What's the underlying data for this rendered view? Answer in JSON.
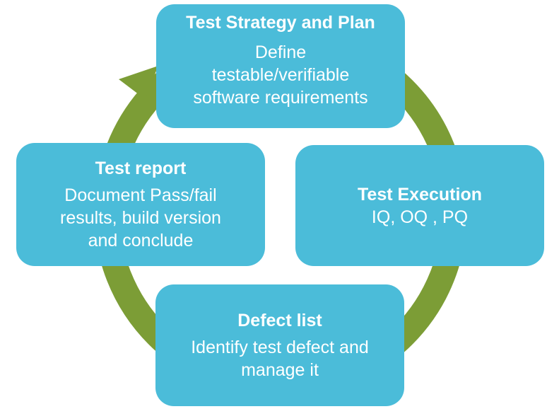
{
  "diagram": {
    "ring_color": "#7c9d36",
    "box_color": "#4bbcd9",
    "text_color": "#ffffff",
    "stages": [
      {
        "id": "plan",
        "title": "Test Strategy and Plan",
        "lines": [
          "Define",
          "testable/verifiable",
          "software requirements"
        ]
      },
      {
        "id": "execution",
        "title": "Test Execution",
        "lines": [
          "IQ, OQ , PQ"
        ]
      },
      {
        "id": "defect",
        "title": "Defect list",
        "lines": [
          "Identify test defect and",
          "manage it"
        ]
      },
      {
        "id": "report",
        "title": "Test report",
        "lines": [
          "Document Pass/fail",
          "results, build version",
          "and conclude"
        ]
      }
    ]
  }
}
